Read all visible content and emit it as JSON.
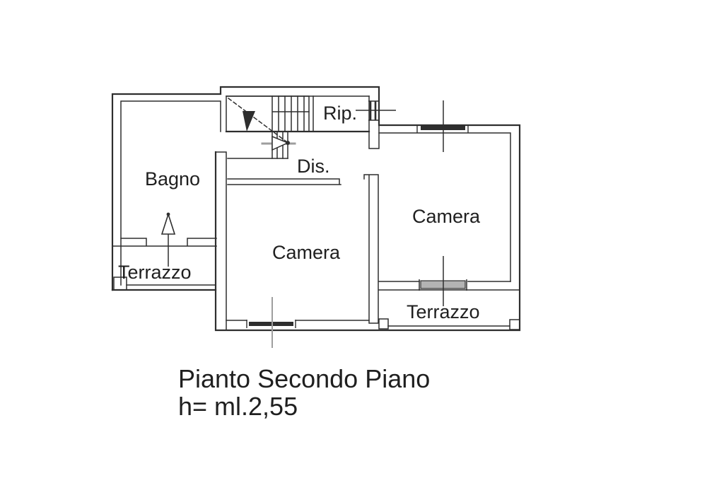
{
  "plan": {
    "rooms": {
      "bagno": "Bagno",
      "rip": "Rip.",
      "dis": "Dis.",
      "camera_center": "Camera",
      "camera_right": "Camera",
      "terrazzo_left": "Terrazzo",
      "terrazzo_right": "Terrazzo"
    },
    "caption": {
      "line1": "Pianto Secondo Piano",
      "line2": "h= ml.2,55"
    },
    "colors": {
      "wall_line": "#2e2e2e",
      "label_text": "#1f1f1f",
      "door_fill": "#b3b3b3",
      "axis_gray": "#9e9e9e"
    }
  }
}
